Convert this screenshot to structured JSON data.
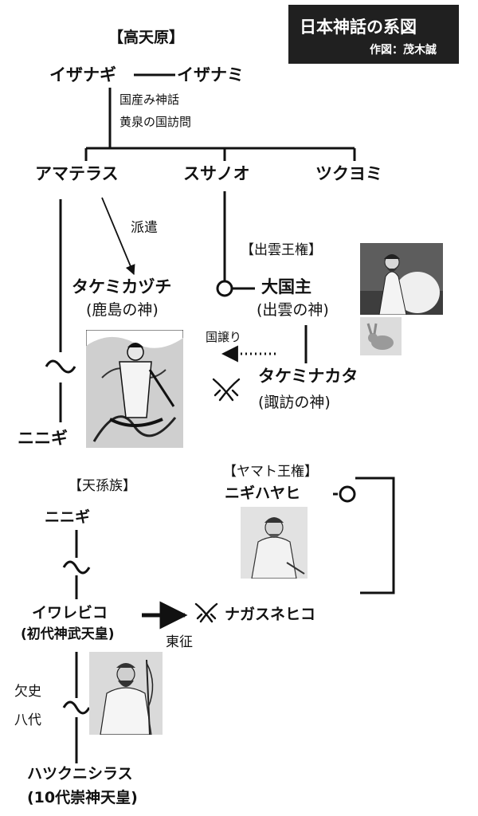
{
  "title_box": {
    "title": "日本神話の系図",
    "author": "作図：茂木誠"
  },
  "groups": {
    "takamagahara": "【高天原】",
    "izumo_kingship": "【出雲王権】",
    "yamato_kingship": "【ヤマト王権】",
    "tenson_clan": "【天孫族】"
  },
  "deities": {
    "izanagi": "イザナギ",
    "izanami": "イザナミ",
    "amaterasu": "アマテラス",
    "susanoo": "スサノオ",
    "tsukuyomi": "ツクヨミ",
    "takemikazuchi": "タケミカヅチ",
    "takemikazuchi_sub": "(鹿島の神)",
    "okuninushi": "大国主",
    "okuninushi_sub": "(出雲の神)",
    "takeminakata": "タケミナカタ",
    "takeminakata_sub": "(諏訪の神)",
    "ninigi_top": "ニニギ",
    "ninigi": "ニニギ",
    "nigihayahi": "ニギハヤヒ",
    "iwarebiko": "イワレビコ",
    "iwarebiko_sub": "(初代神武天皇)",
    "nagasunehiko": "ナガスネヒコ",
    "hatsukunishirasu": "ハツクニシラス",
    "hatsukunishirasu_sub": "(10代崇神天皇)"
  },
  "notes": {
    "kuniumi": "国産み神話",
    "yomi": "黄泉の国訪問",
    "haken": "派遣",
    "kuniyuzuri": "国譲り",
    "tousei": "東征",
    "kesshi_1": "欠史",
    "kesshi_2": "八代"
  },
  "icons": [
    "crossed-swords-icon",
    "wave-tilde-icon",
    "marriage-circle-icon",
    "arrow-icon"
  ]
}
